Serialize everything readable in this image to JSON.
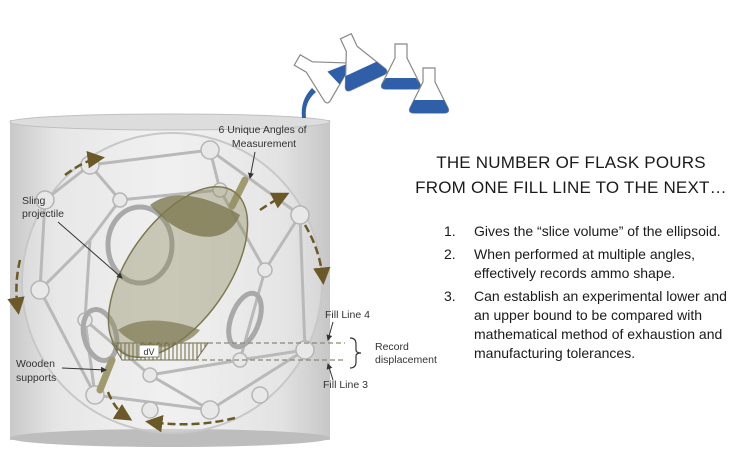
{
  "labels": {
    "angles": "6 Unique Angles of Measurement",
    "angles_line1": "6 Unique Angles of",
    "angles_line2": "Measurement",
    "sling_line1": "Sling",
    "sling_line2": "projectile",
    "wooden_line1": "Wooden",
    "wooden_line2": "supports",
    "fill_line_4": "Fill Line 4",
    "fill_line_3": "Fill Line 3",
    "record_line1": "Record",
    "record_line2": "displacement",
    "dv": "dV"
  },
  "title": {
    "line1": "THE NUMBER OF FLASK POURS",
    "line2": "FROM ONE FILL LINE TO THE NEXT…"
  },
  "points": [
    {
      "num": "1.",
      "text": "Gives the “slice volume” of the ellipsoid."
    },
    {
      "num": "2.",
      "text": "When performed at multiple angles, effectively records ammo shape."
    },
    {
      "num": "3.",
      "text": "Can establish an experimental lower and an upper bound to be compared with mathematical method of exhaustion and manufacturing tolerances."
    }
  ],
  "colors": {
    "liquid": "#2f5fa8",
    "projectile": "#8f8a5e",
    "arrow": "#6b5a28"
  }
}
